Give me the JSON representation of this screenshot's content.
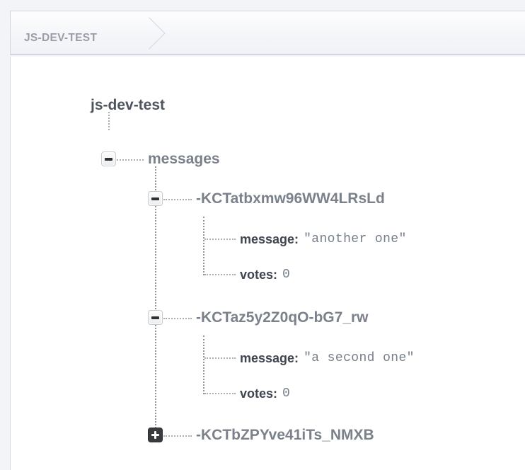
{
  "breadcrumb": {
    "label": "JS-DEV-TEST",
    "arrow_icon": "chevron-right-icon"
  },
  "tree": {
    "root": {
      "label": "js-dev-test"
    },
    "nodes": [
      {
        "label": "messages",
        "state": "expanded",
        "toggle_icon": "minus-square-icon",
        "children": [
          {
            "label": "-KCTatbxmw96WW4LRsLd",
            "state": "expanded",
            "toggle_icon": "minus-square-icon",
            "leaves": [
              {
                "key": "message:",
                "value": "\"another one\""
              },
              {
                "key": "votes:",
                "value": "0"
              }
            ]
          },
          {
            "label": "-KCTaz5y2Z0qO-bG7_rw",
            "state": "expanded",
            "toggle_icon": "minus-square-icon",
            "leaves": [
              {
                "key": "message:",
                "value": "\"a second one\""
              },
              {
                "key": "votes:",
                "value": "0"
              }
            ]
          },
          {
            "label": "-KCTbZPYve41iTs_NMXB",
            "state": "collapsed",
            "toggle_icon": "plus-square-icon",
            "leaves": []
          }
        ]
      }
    ]
  },
  "colors": {
    "page_background": "#f3f4f8",
    "panel_background": "#ffffff",
    "header_band": "#f2f3f7",
    "breadcrumb_text": "#9a9ca7",
    "root_text": "#4f555f",
    "node_text": "#7b818b",
    "key_text": "#3f4651",
    "value_text": "#767e88",
    "connector": "#a9adb4",
    "toggle_dark": "#393b3e"
  }
}
